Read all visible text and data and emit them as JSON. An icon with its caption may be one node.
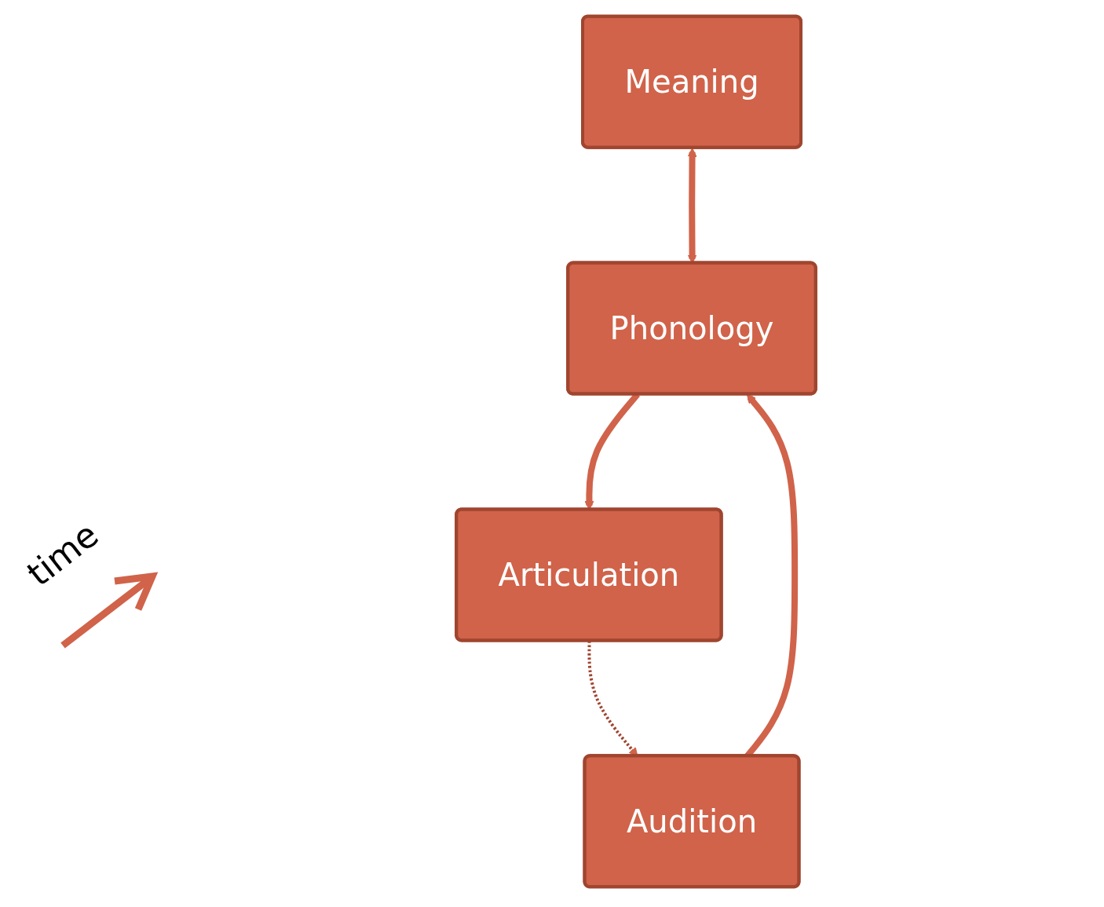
{
  "diagram": {
    "nodes": [
      {
        "text": [
          "Meaning"
        ]
      },
      {
        "text": [
          "Phonology"
        ]
      },
      {
        "text": [
          "Audition"
        ]
      },
      {
        "text": [
          "Articulation"
        ]
      }
    ],
    "edges": [
      {
        "from": 0,
        "to": 1,
        "arrow": "both"
      },
      {
        "from": 2,
        "to": 1,
        "arrow": "to"
      },
      {
        "from": 1,
        "to": 3,
        "arrow": "to"
      },
      {
        "from": 3,
        "to": 2,
        "arrow": "to",
        "style": "dashed",
        "color": "#a0452f"
      }
    ],
    "labels": [
      "time"
    ]
  }
}
